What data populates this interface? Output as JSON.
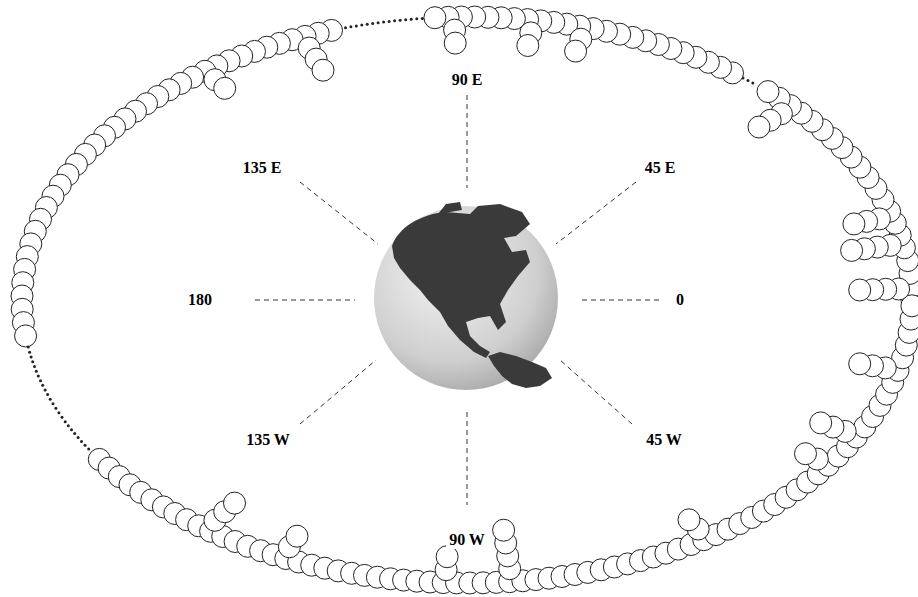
{
  "diagram": {
    "labels": [
      "90 E",
      "135 E",
      "45 E",
      "180",
      "0",
      "135 W",
      "45 W",
      "90 W"
    ]
  }
}
